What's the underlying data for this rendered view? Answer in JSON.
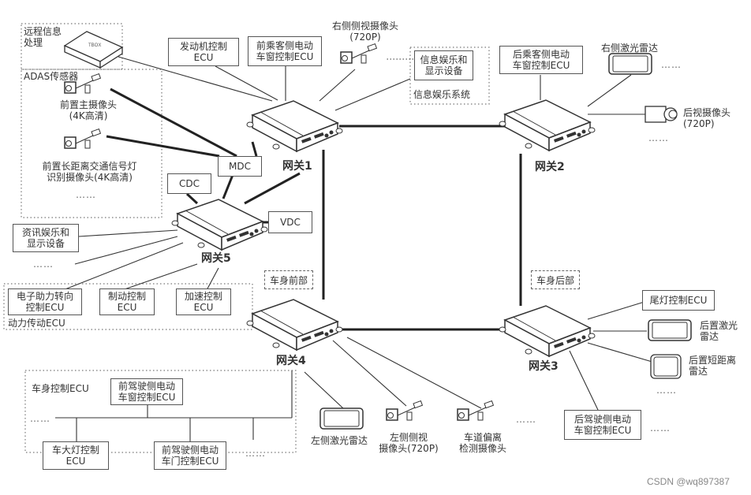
{
  "gateways": [
    {
      "id": "gw1",
      "label": "网关1"
    },
    {
      "id": "gw2",
      "label": "网关2"
    },
    {
      "id": "gw3",
      "label": "网关3"
    },
    {
      "id": "gw4",
      "label": "网关4"
    },
    {
      "id": "gw5",
      "label": "网关5"
    }
  ],
  "groups": {
    "telematics": {
      "title_line1": "远程信息",
      "title_line2": "处理",
      "device": "TBOX"
    },
    "adas": {
      "title": "ADAS传感器",
      "front_main_camera": [
        "前置主摄像头",
        "(4K高清)"
      ],
      "front_traffic_camera": [
        "前置长距离交通信号灯",
        "识别摄像头(4K高清)"
      ],
      "more": "……"
    },
    "infotainment": {
      "title": "信息娱乐系统",
      "device": [
        "信息娱乐和",
        "显示设备"
      ]
    },
    "powertrain": {
      "title": "动力传动ECU",
      "items": [
        [
          "电子助力转向",
          "控制ECU"
        ],
        [
          "制动控制",
          "ECU"
        ],
        [
          "加速控制",
          "ECU"
        ]
      ]
    },
    "body": {
      "title": "车身控制ECU",
      "top": [
        "前驾驶侧电动",
        "车窗控制ECU"
      ],
      "items": [
        [
          "车大灯控制",
          "ECU"
        ],
        [
          "前驾驶侧电动",
          "车门控制ECU"
        ]
      ],
      "more": "……"
    }
  },
  "gw1_nodes": {
    "engine_ecu": [
      "发动机控制",
      "ECU"
    ],
    "front_passenger_window": [
      "前乘客侧电动",
      "车窗控制ECU"
    ],
    "right_side_camera": [
      "右侧侧视摄像头",
      "(720P)"
    ],
    "mdc": "MDC"
  },
  "gw5_nodes": {
    "cdc": "CDC",
    "vdc": "VDC",
    "info_display": [
      "资讯娱乐和",
      "显示设备"
    ],
    "more": "……"
  },
  "gw2_nodes": {
    "rear_passenger_window": [
      "后乘客侧电动",
      "车窗控制ECU"
    ],
    "right_lidar": "右侧激光雷达",
    "rear_camera": [
      "后视摄像头",
      "(720P)"
    ],
    "more1": "……",
    "more2": "……"
  },
  "gw3_nodes": {
    "taillight_ecu": "尾灯控制ECU",
    "rear_lidar": [
      "后置激光",
      "雷达"
    ],
    "rear_short_radar": [
      "后置短距离",
      "雷达"
    ],
    "rear_driver_window": [
      "后驾驶侧电动",
      "车窗控制ECU"
    ],
    "more1": "……",
    "more2": "……"
  },
  "gw4_nodes": {
    "left_lidar": "左侧激光雷达",
    "left_side_camera": [
      "左侧侧视",
      "摄像头(720P)"
    ],
    "lane_camera": [
      "车道偏离",
      "检测摄像头"
    ],
    "more": "……"
  },
  "zones": {
    "front": "车身前部",
    "rear": "车身后部"
  },
  "watermark": "CSDN @wq897387"
}
